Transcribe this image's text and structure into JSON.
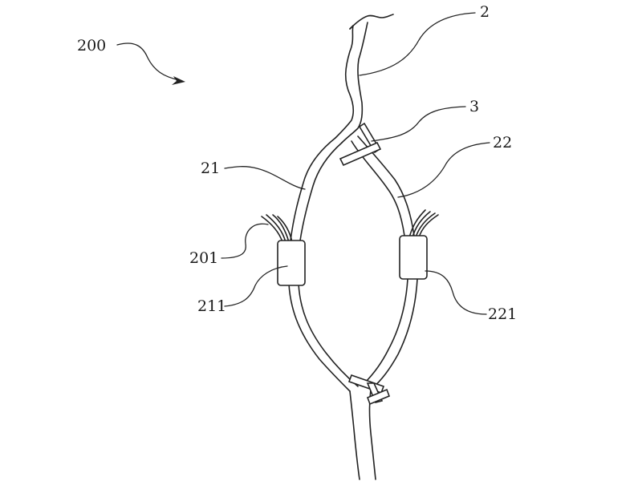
{
  "labels": {
    "assembly": "200",
    "main_cable": "2",
    "clip": "3",
    "left_branch": "21",
    "right_branch": "22",
    "wires": "201",
    "left_component": "211",
    "right_component": "221"
  },
  "icons": {
    "indicator_arrow": "curved-arrow-icon"
  }
}
